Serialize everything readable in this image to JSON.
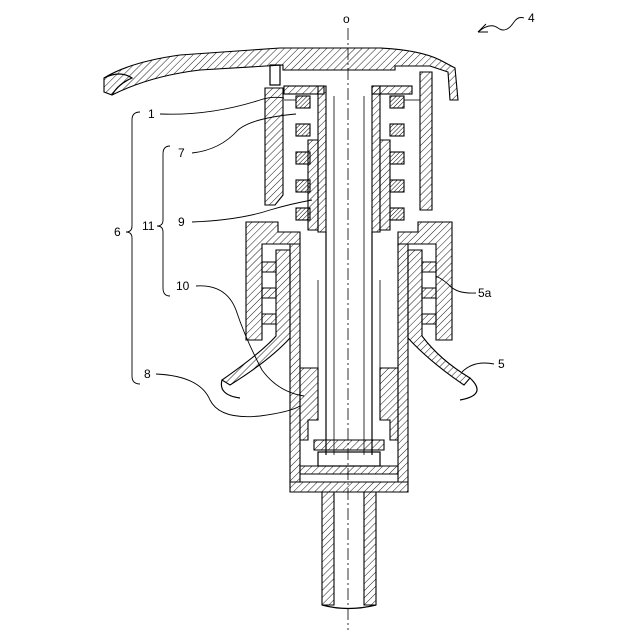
{
  "figure": {
    "labels": [
      {
        "id": "label-4",
        "text": "4"
      },
      {
        "id": "label-1",
        "text": "1"
      },
      {
        "id": "label-7",
        "text": "7"
      },
      {
        "id": "label-6",
        "text": "6"
      },
      {
        "id": "label-11",
        "text": "11"
      },
      {
        "id": "label-9",
        "text": "9"
      },
      {
        "id": "label-10",
        "text": "10"
      },
      {
        "id": "label-5a",
        "text": "5a"
      },
      {
        "id": "label-5",
        "text": "5"
      },
      {
        "id": "label-8",
        "text": "8"
      }
    ],
    "axis_marker": "o"
  }
}
